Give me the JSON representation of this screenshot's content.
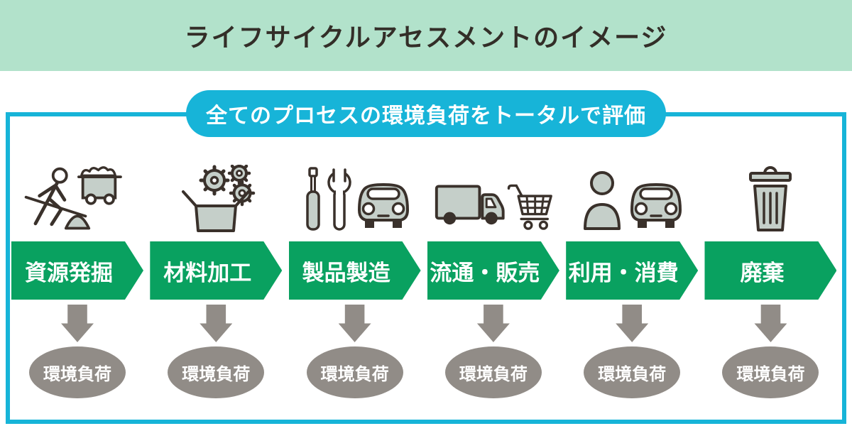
{
  "header": {
    "title": "ライフサイクルアセスメントのイメージ"
  },
  "banner": {
    "label": "全てのプロセスの環境負荷をトータルで評価"
  },
  "steps": [
    {
      "label": "資源発掘",
      "icon": "mining-person-cart-icon",
      "impact_label": "環境負荷"
    },
    {
      "label": "材料加工",
      "icon": "box-gears-icon",
      "impact_label": "環境負荷"
    },
    {
      "label": "製品製造",
      "icon": "tools-car-icon",
      "impact_label": "環境負荷"
    },
    {
      "label": "流通・販売",
      "icon": "truck-shopping-cart-icon",
      "impact_label": "環境負荷"
    },
    {
      "label": "利用・消費",
      "icon": "person-car-icon",
      "impact_label": "環境負荷"
    },
    {
      "label": "廃棄",
      "icon": "trash-can-icon",
      "impact_label": "環境負荷"
    }
  ],
  "colors": {
    "header_background": "#b2e2cb",
    "title_text": "#332e28",
    "frame_and_banner_blue": "#17b4d8",
    "process_arrow_green": "#09a160",
    "impact_gray": "#918c87",
    "icon_fill": "#c5cfc9",
    "icon_stroke": "#3a312b",
    "text_on_color": "#ffffff"
  }
}
